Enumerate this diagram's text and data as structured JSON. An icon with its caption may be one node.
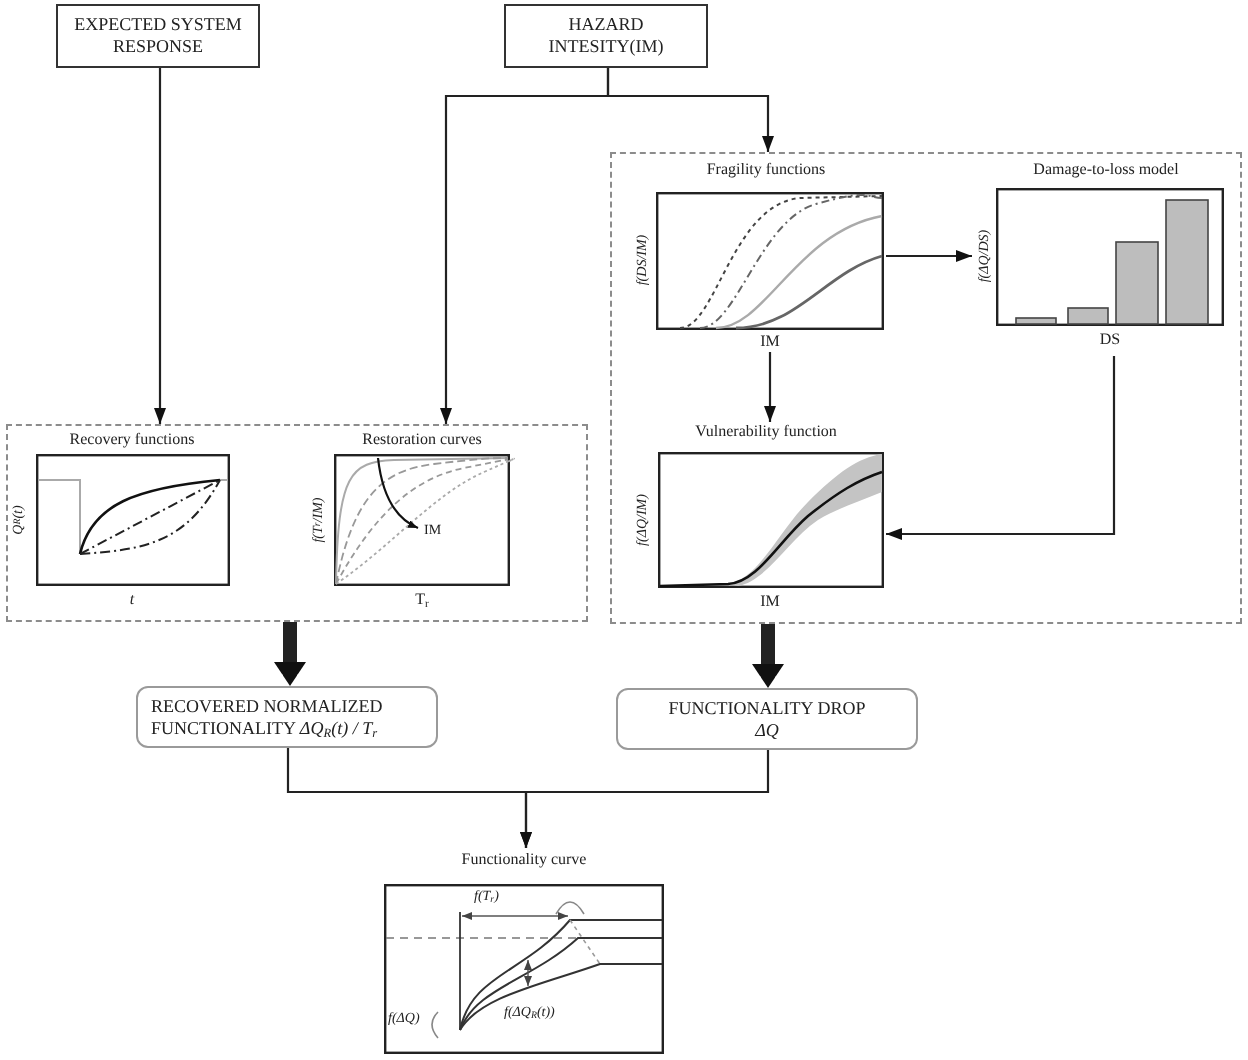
{
  "diagram": {
    "nodes": [
      {
        "text": [
          "EXPECTED SYSTEM RESPONSE"
        ]
      },
      {
        "text": [
          "HAZARD INTESITY(IM)"
        ]
      },
      {
        "text": [],
        "shape": "box"
      },
      {
        "text": [
          "Recovery functions",
          "Q$_{R}$(t)",
          "t"
        ],
        "in": 2
      },
      {
        "text": [
          "Restoration curves",
          "f(T$_{r}$/IM)",
          "T$_{r}$",
          "IM"
        ],
        "in": 2
      },
      {
        "text": [],
        "shape": "box"
      },
      {
        "text": [
          "Fragility functions",
          "f(DS/IM)",
          "IM"
        ],
        "in": 5
      },
      {
        "text": [
          "Damage-to-loss model",
          "f(ΔQ/DS)",
          "DS"
        ],
        "in": 5
      },
      {
        "text": [
          "Vulnerability function",
          "f(ΔQ/IM)",
          "IM"
        ],
        "in": 5
      },
      {
        "text": [
          "RECOVERED NORMALIZED FUNCTIONALITY *ΔQ$_{R}$(t) / T$_{r}$*"
        ]
      },
      {
        "text": [
          "FUNCTIONALITY DROP",
          "ΔQ"
        ]
      },
      {
        "text": [
          "Functionality curve",
          "f(T$_{r}$)",
          "f(ΔQ)",
          "f(ΔQ$_{R}$(t))"
        ]
      }
    ],
    "edges": [
      {
        "from": 0,
        "to": 2,
        "arrow": "to"
      },
      {
        "from": 1,
        "to": 2,
        "arrow": "to"
      },
      {
        "from": 1,
        "to": 5,
        "arrow": "to"
      },
      {
        "from": 6,
        "to": 7,
        "arrow": "to"
      },
      {
        "from": 6,
        "to": 8,
        "arrow": "to"
      },
      {
        "from": 7,
        "to": 8,
        "arrow": "to"
      },
      {
        "from": 2,
        "to": 9,
        "arrow": "to",
        "style": "thick"
      },
      {
        "from": 5,
        "to": 10,
        "arrow": "to",
        "style": "thick"
      },
      {
        "from": 9,
        "to": 11,
        "arrow": "to"
      },
      {
        "from": 10,
        "to": 11,
        "arrow": "to"
      }
    ]
  }
}
